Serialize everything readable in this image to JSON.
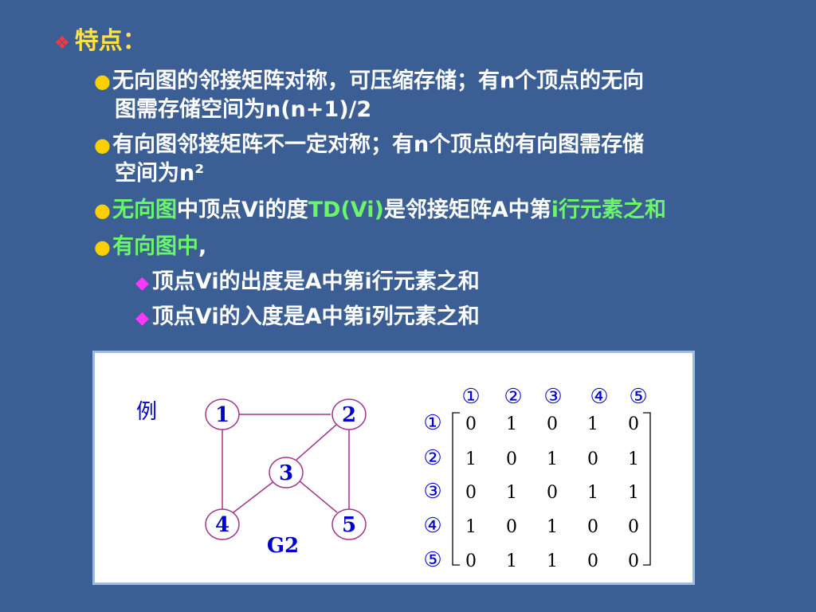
{
  "heading": {
    "marker": "❖",
    "text": "特点："
  },
  "bullet_glyph": "●",
  "sub_glyph": "◆",
  "b1": {
    "line1": "无向图的邻接矩阵对称，可压缩存储；有n个顶点的无向",
    "line2": "图需存储空间为n(n+1)/2"
  },
  "b2": {
    "line1": "有向图邻接矩阵不一定对称；有n个顶点的有向图需存储",
    "line2": "空间为n²"
  },
  "b3": {
    "part1": "无向图",
    "part2": "中顶点Vi的度",
    "part3": "TD(Vi)",
    "part4": "是邻接矩阵A中第",
    "part5": "i行元素之和"
  },
  "b4": {
    "part1": "有向图中",
    "part2": ","
  },
  "s1": "顶点Vi的出度是A中第i行元素之和",
  "s2": "顶点Vi的入度是A中第i列元素之和",
  "example": {
    "label": "例",
    "graph_name": "G2",
    "nodes": [
      "1",
      "2",
      "3",
      "4",
      "5"
    ],
    "col_labels": [
      "①",
      "②",
      "③",
      "④",
      "⑤"
    ],
    "row_labels": [
      "①",
      "②",
      "③",
      "④",
      "⑤"
    ],
    "matrix": [
      [
        "0",
        "1",
        "0",
        "1",
        "0"
      ],
      [
        "1",
        "0",
        "1",
        "0",
        "1"
      ],
      [
        "0",
        "1",
        "0",
        "1",
        "1"
      ],
      [
        "1",
        "0",
        "1",
        "0",
        "0"
      ],
      [
        "0",
        "1",
        "1",
        "0",
        "0"
      ]
    ]
  },
  "colors": {
    "background": "#3b5f94",
    "heading": "#ffe14a",
    "highlight": "#6af56a",
    "bullet": "#ffd000",
    "sub_bullet": "#ff38ff",
    "node_stroke": "#a0358c",
    "label_text": "#0000cc"
  }
}
